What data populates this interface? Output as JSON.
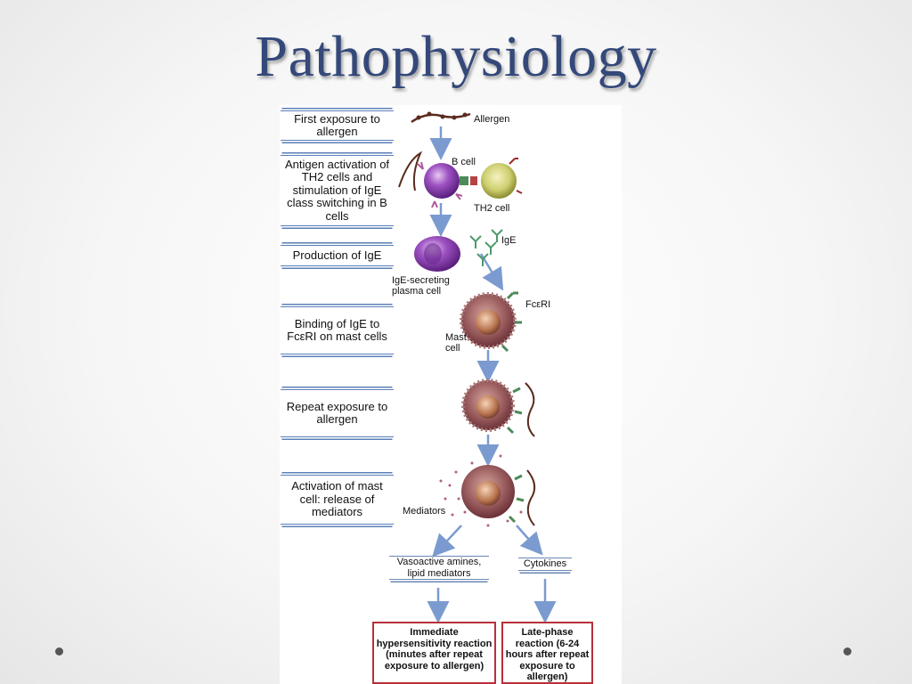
{
  "title": "Pathophysiology",
  "steps": [
    "First exposure to allergen",
    "Antigen activation of TH2 cells and stimulation of IgE class switching in B cells",
    "Production of IgE",
    "Binding of IgE to FcεRI on mast cells",
    "Repeat exposure to allergen",
    "Activation of mast cell: release of mediators"
  ],
  "labels": {
    "allergen": "Allergen",
    "b_cell": "B cell",
    "th2_cell": "TH2 cell",
    "ige": "IgE",
    "plasma_cell": "IgE-secreting plasma cell",
    "fceri": "FcεRI",
    "mast_cell": "Mast cell",
    "mediators": "Mediators"
  },
  "outputs": {
    "vasoactive": "Vasoactive amines, lipid mediators",
    "cytokines": "Cytokines"
  },
  "reactions": {
    "immediate": "Immediate hypersensitivity reaction (minutes after repeat exposure to allergen)",
    "late": "Late-phase reaction (6-24 hours after repeat exposure to allergen)"
  },
  "colors": {
    "title": "#34497a",
    "arrow": "#7b9bd0",
    "step_rule": "#5a7fb8",
    "reaction_border": "#b8303a",
    "b_cell": "#8a3fb5",
    "th2_cell": "#c9c95a",
    "mast_cell": "#8a4a52"
  }
}
